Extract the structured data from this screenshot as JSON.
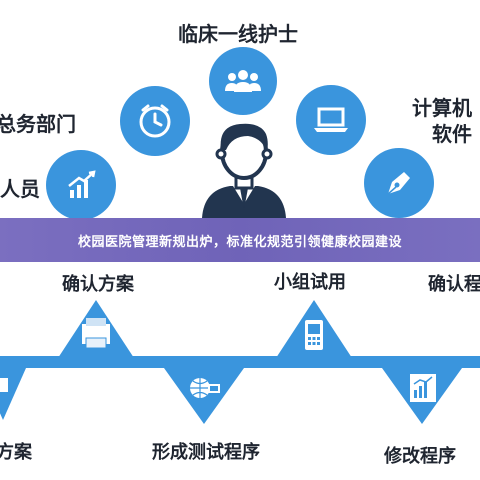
{
  "top": {
    "center_label": "临床一线护士",
    "left_label_1": "总务部门",
    "left_label_2": "人员",
    "right_label_1": "计算机",
    "right_label_2": "软件"
  },
  "banner": {
    "headline": "校园医院管理新规出炉，标准化规范引领健康校园建设"
  },
  "process": {
    "step_top_1": "确认方案",
    "step_top_2": "小组试用",
    "step_top_3": "确认程",
    "step_bottom_0": "方案",
    "step_bottom_1": "形成测试程序",
    "step_bottom_2": "修改程序"
  },
  "colors": {
    "accent_blue": "#2e86d9",
    "dark_navy": "#22354f",
    "banner_purple": "#7468bb"
  },
  "icons": [
    "people-group-icon",
    "clock-icon",
    "laptop-icon",
    "chart-icon",
    "pen-icon",
    "person-icon",
    "printer-icon",
    "phone-icon",
    "globe-computer-icon",
    "report-icon"
  ]
}
